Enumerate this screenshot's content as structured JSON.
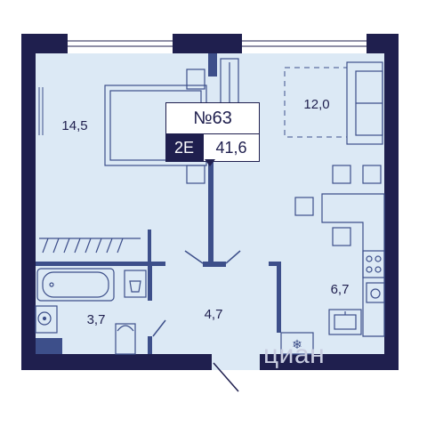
{
  "apartment": {
    "number_label": "№63",
    "rooms_label": "2Е",
    "total_area": "41,6"
  },
  "rooms": {
    "bedroom_area": "14,5",
    "living_area": "12,0",
    "bathroom_area": "3,7",
    "hallway_area": "4,7",
    "kitchen_area": "6,7"
  },
  "watermark": {
    "text": "циан"
  },
  "colors": {
    "wall": "#1f1f4e",
    "floor": "#dce9f5",
    "furniture_line": "#3d4f8a",
    "window": "#ffffff"
  }
}
